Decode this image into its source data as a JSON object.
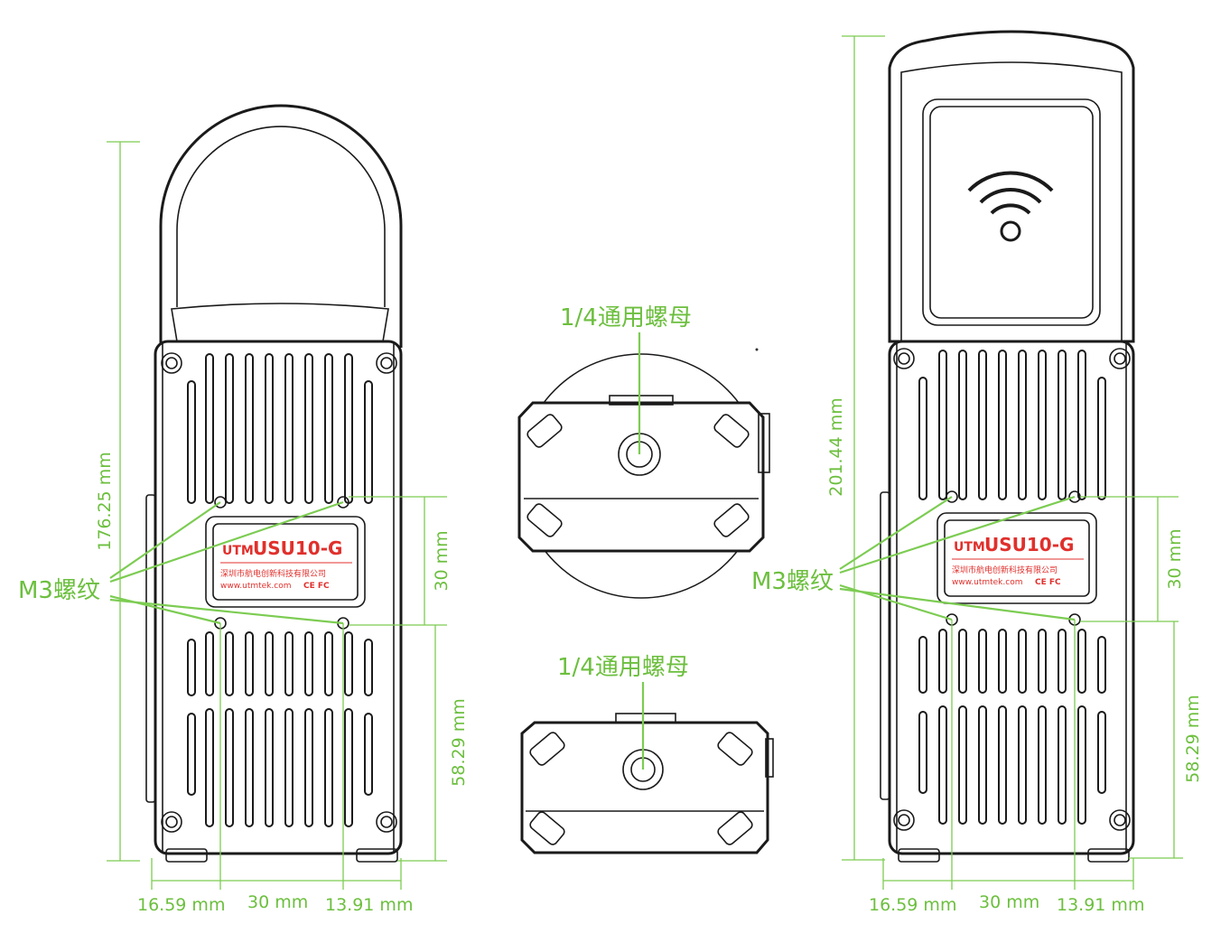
{
  "colors": {
    "dimension": "#6cbf3e",
    "outline": "#1a1a1a",
    "brand_red": "#e0302c"
  },
  "left_device": {
    "label": {
      "logo": "UTM",
      "model": "USU10-G",
      "company": "深圳市航电创新科技有限公司",
      "url": "www.utmtek.com",
      "marks": "CE FC"
    },
    "callout": "M3螺纹",
    "height_dim": "176.25 mm",
    "screw_spacing_v": "30 mm",
    "bottom_offset": "58.29 mm",
    "bottom_dims": {
      "left": "16.59 mm",
      "middle": "30 mm",
      "right": "13.91 mm"
    }
  },
  "top_view": {
    "callout": "1/4通用螺母"
  },
  "bottom_view": {
    "callout": "1/4通用螺母"
  },
  "right_device": {
    "label": {
      "logo": "UTM",
      "model": "USU10-G",
      "company": "深圳市航电创新科技有限公司",
      "url": "www.utmtek.com",
      "marks": "CE FC"
    },
    "callout": "M3螺纹",
    "height_dim": "201.44 mm",
    "screw_spacing_v": "30 mm",
    "bottom_offset": "58.29 mm",
    "bottom_dims": {
      "left": "16.59 mm",
      "middle": "30 mm",
      "right": "13.91 mm"
    }
  }
}
